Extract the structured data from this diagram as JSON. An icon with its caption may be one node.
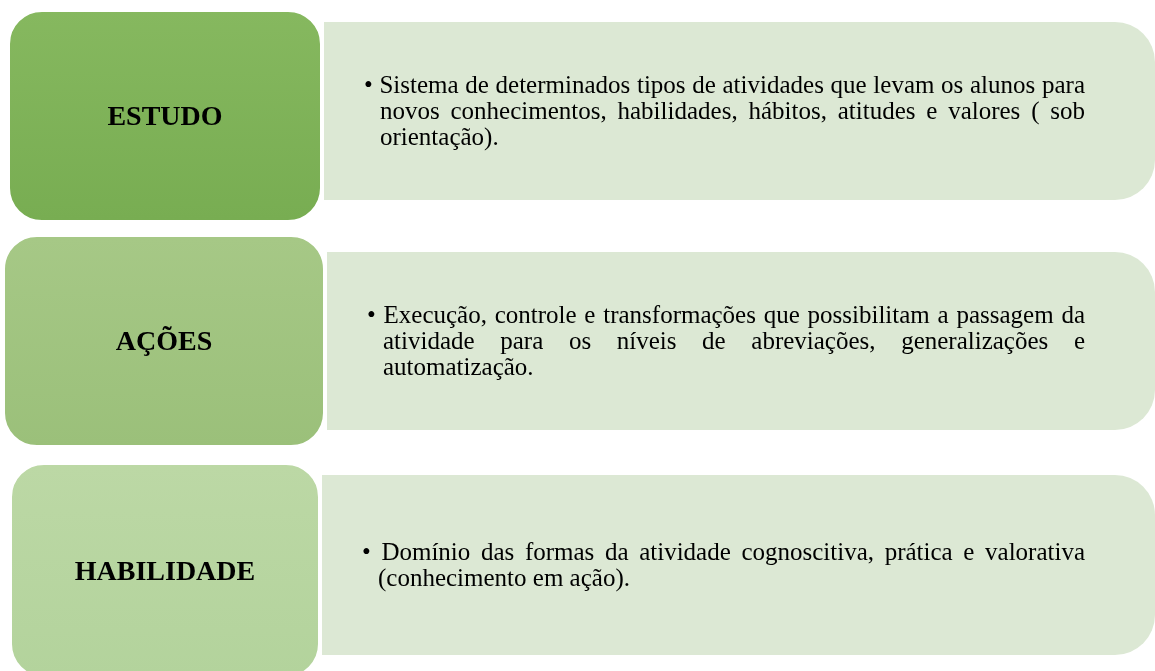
{
  "diagram": {
    "nodes": [
      {
        "text": [
          "ESTUDO"
        ]
      },
      {
        "text": [
          "• Sistema de determinados tipos de atividades que levam os alunos para novos conhecimentos, habilidades, hábitos, atitudes e valores ( sob orientação)."
        ]
      },
      {
        "text": [
          "AÇÕES"
        ]
      },
      {
        "text": [
          "• Execução, controle e transformações que possibilitam a passagem da atividade para os níveis de abreviações, generalizações e automatização."
        ]
      },
      {
        "text": [
          "HABILIDADE"
        ]
      },
      {
        "text": [
          "• Domínio das formas da atividade cognoscitiva, prática e valorativa (conhecimento em ação)."
        ]
      }
    ]
  }
}
